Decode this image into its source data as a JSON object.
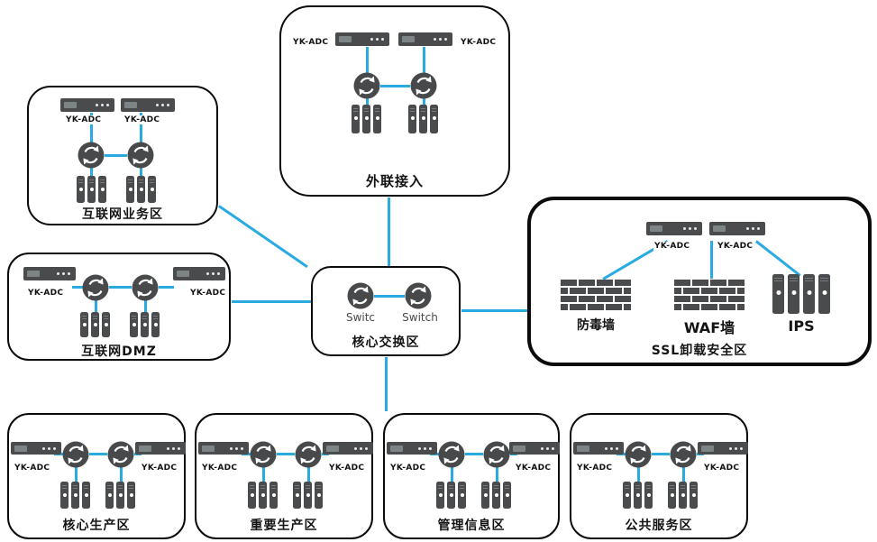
{
  "labels": {
    "yk_adc": "YK-ADC"
  },
  "zones": {
    "external_access": {
      "label": "外联接入"
    },
    "internet_business": {
      "label": "互联网业务区"
    },
    "internet_dmz": {
      "label": "互联网DMZ"
    },
    "core_switch": {
      "label": "核心交换区",
      "switch_left": "Switc",
      "switch_right": "Switch"
    },
    "ssl_offload": {
      "label": "SSL卸载安全区",
      "device_1": "防毒墙",
      "device_2": "WAF墙",
      "device_3": "IPS"
    },
    "bottom": [
      {
        "label": "核心生产区"
      },
      {
        "label": "重要生产区"
      },
      {
        "label": "管理信息区"
      },
      {
        "label": "公共服务区"
      }
    ]
  },
  "colors": {
    "connection": "#29abe2",
    "device": "#494b4d",
    "border": "#000000"
  }
}
